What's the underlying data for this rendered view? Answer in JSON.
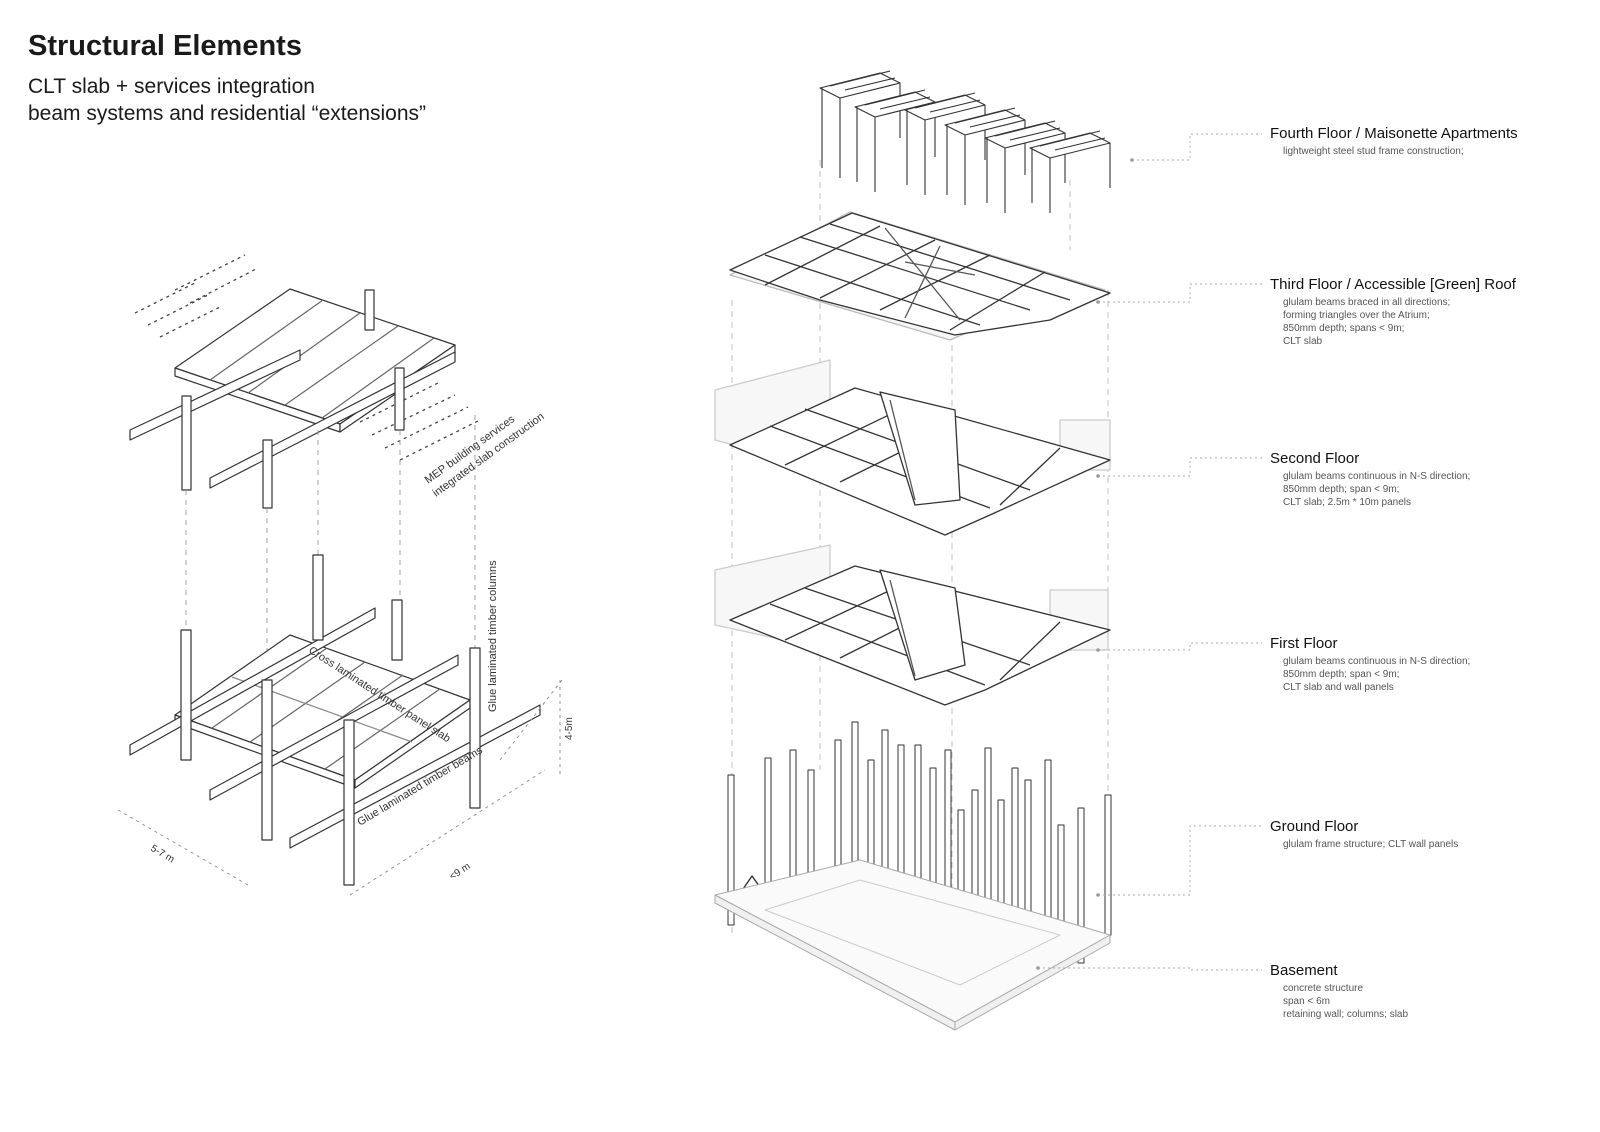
{
  "header": {
    "title": "Structural Elements",
    "subtitle_lines": [
      "CLT slab + services integration",
      "beam systems and residential “extensions”"
    ]
  },
  "annotations": {
    "mep_line1": "MEP building services",
    "mep_line2": "integrated slab construction",
    "clt_slab": "Cross laminated timber panel slab",
    "glulam_columns": "Glue laminated timber columns",
    "glulam_beams": "Glue laminated timber beams",
    "dim_height": "4-5m",
    "dim_bay": "5-7 m",
    "dim_span": "<9 m"
  },
  "floors": [
    {
      "name": "Fourth Floor / Maisonette Apartments",
      "notes": [
        "lightweight steel stud frame construction;"
      ]
    },
    {
      "name": "Third Floor / Accessible [Green] Roof",
      "notes": [
        "glulam beams braced in all directions;",
        "forming triangles over the Atrium;",
        "850mm depth; spans < 9m;",
        "CLT slab"
      ]
    },
    {
      "name": "Second Floor",
      "notes": [
        "glulam beams continuous in N-S direction;",
        "850mm depth; span < 9m;",
        "CLT slab; 2.5m * 10m panels"
      ]
    },
    {
      "name": "First Floor",
      "notes": [
        "glulam beams continuous in N-S direction;",
        "850mm depth; span < 9m;",
        "CLT slab and wall panels"
      ]
    },
    {
      "name": "Ground Floor",
      "notes": [
        "glulam frame structure; CLT wall panels"
      ]
    },
    {
      "name": "Basement",
      "notes": [
        "concrete structure",
        "span < 6m",
        "retaining wall; columns; slab"
      ]
    }
  ],
  "colors": {
    "line": "#333333",
    "light_line": "#bbbbbb",
    "leader": "#aaaaaa"
  }
}
